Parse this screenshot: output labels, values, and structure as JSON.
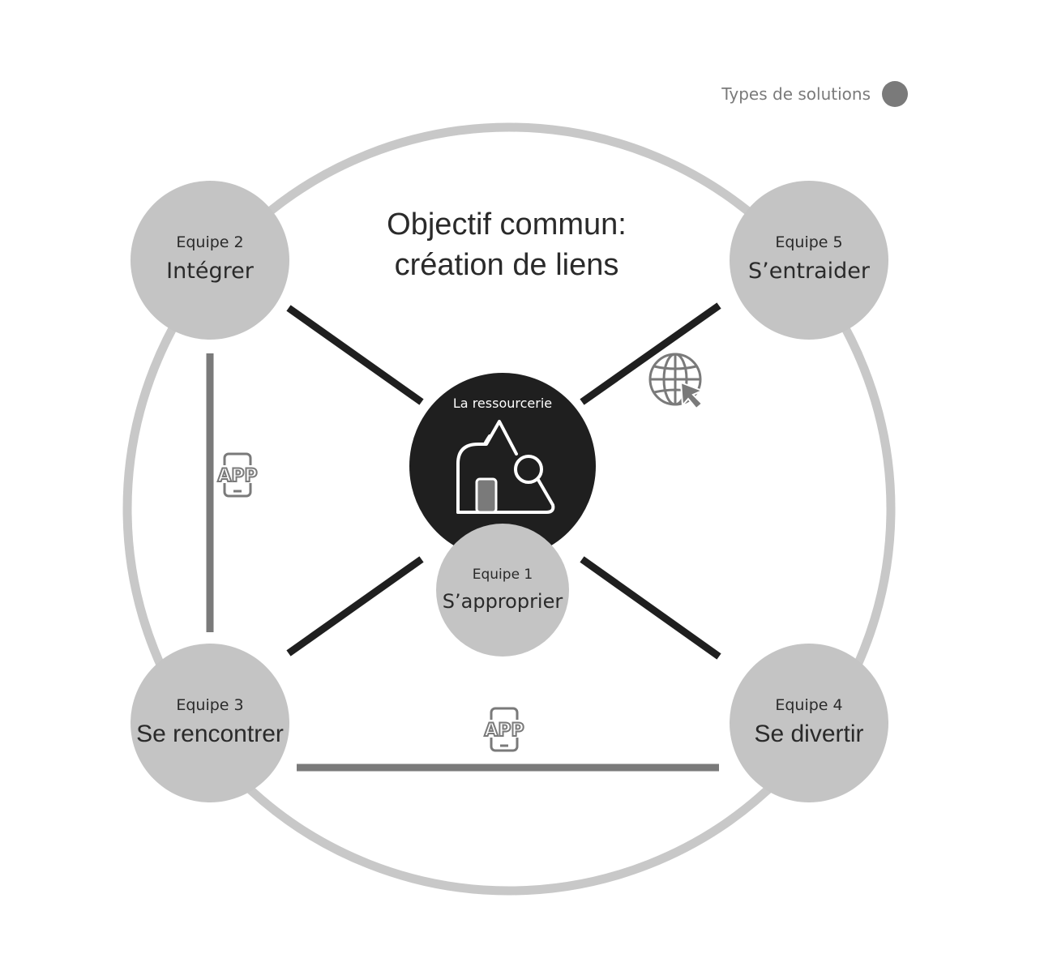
{
  "legend": {
    "label": "Types de solutions",
    "color": "#7a7a7a"
  },
  "title": {
    "line1": "Objectif commun:",
    "line2": "création de liens"
  },
  "hub": {
    "label": "La ressourcerie",
    "icon": "ressourcerie-icon",
    "color": "#1f1f1f"
  },
  "teams": {
    "team1": {
      "number": "Equipe 1",
      "verb": "S’approprier"
    },
    "team2": {
      "number": "Equipe 2",
      "verb": "Intégrer"
    },
    "team3": {
      "number": "Equipe 3",
      "verb": "Se rencontrer"
    },
    "team4": {
      "number": "Equipe 4",
      "verb": "Se divertir"
    },
    "team5": {
      "number": "Equipe 5",
      "verb": "S’entraider"
    }
  },
  "solution_icons": [
    {
      "name": "app-icon",
      "text": "APP",
      "link": "Equipe 2 – Equipe 3"
    },
    {
      "name": "app-icon",
      "text": "APP",
      "link": "Equipe 3 – Equipe 4"
    },
    {
      "name": "globe-cursor-icon",
      "link": "La ressourcerie – Equipe 5"
    }
  ],
  "colors": {
    "ring": "#c8c8c8",
    "team_circle": "#c4c4c4",
    "spoke": "#1f1f1f",
    "solution_link": "#7a7a7a",
    "text": "#2a2a2a"
  }
}
